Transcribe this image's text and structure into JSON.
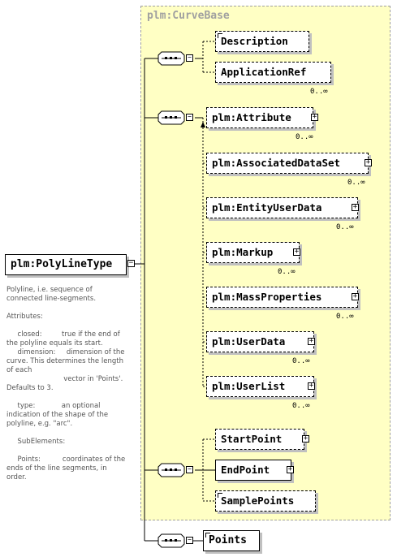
{
  "root": {
    "label": "plm:PolyLineType",
    "toggle": "−"
  },
  "base": {
    "title": "plm:CurveBase"
  },
  "documentation": "Polyline, i.e. sequence of connected line-segments.\n\nAttributes:\n\n     closed:         true if the end of the polyline equals its start.\n     dimension:     dimension of the curve. This determines the length of each\n                          vector in 'Points'. Defaults to 3.\n\n     type:            an optional indication of the shape of the polyline, e.g. \"arc\".\n\n     SubElements:\n\n     Points:          coordinates of the ends of the line segments, in order.",
  "seq1": {
    "items": [
      {
        "label": "Description",
        "card": ""
      },
      {
        "label": "ApplicationRef",
        "card": "0..∞"
      }
    ]
  },
  "seq2": {
    "items": [
      {
        "label": "plm:Attribute",
        "card": "0..∞"
      },
      {
        "label": "plm:AssociatedDataSet",
        "card": "0..∞"
      },
      {
        "label": "plm:EntityUserData",
        "card": "0..∞"
      },
      {
        "label": "plm:Markup",
        "card": "0..∞"
      },
      {
        "label": "plm:MassProperties",
        "card": "0..∞"
      },
      {
        "label": "plm:UserData",
        "card": "0..∞"
      },
      {
        "label": "plm:UserList",
        "card": "0..∞"
      }
    ]
  },
  "seq3": {
    "items": [
      {
        "label": "StartPoint"
      },
      {
        "label": "EndPoint"
      },
      {
        "label": "SamplePoints"
      }
    ]
  },
  "seq4": {
    "items": [
      {
        "label": "Points"
      }
    ]
  },
  "symbols": {
    "plus": "+",
    "minus": "−"
  }
}
